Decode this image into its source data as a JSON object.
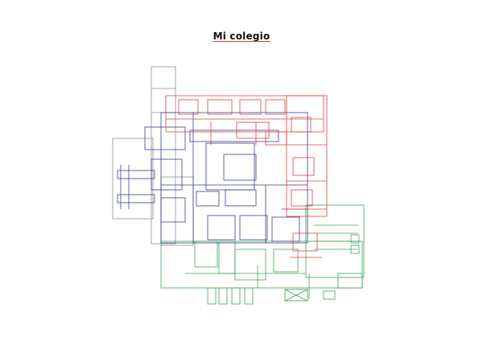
{
  "title": "Mi colegio",
  "colors": {
    "underline": "#d8383a",
    "floor_red": "#e2403f",
    "floor_blue": "#3a3f86",
    "floor_green": "#3fa35b",
    "floor_gray": "#8a8f96",
    "ink": "#222222"
  },
  "layers": [
    "red",
    "blue",
    "green",
    "gray"
  ]
}
